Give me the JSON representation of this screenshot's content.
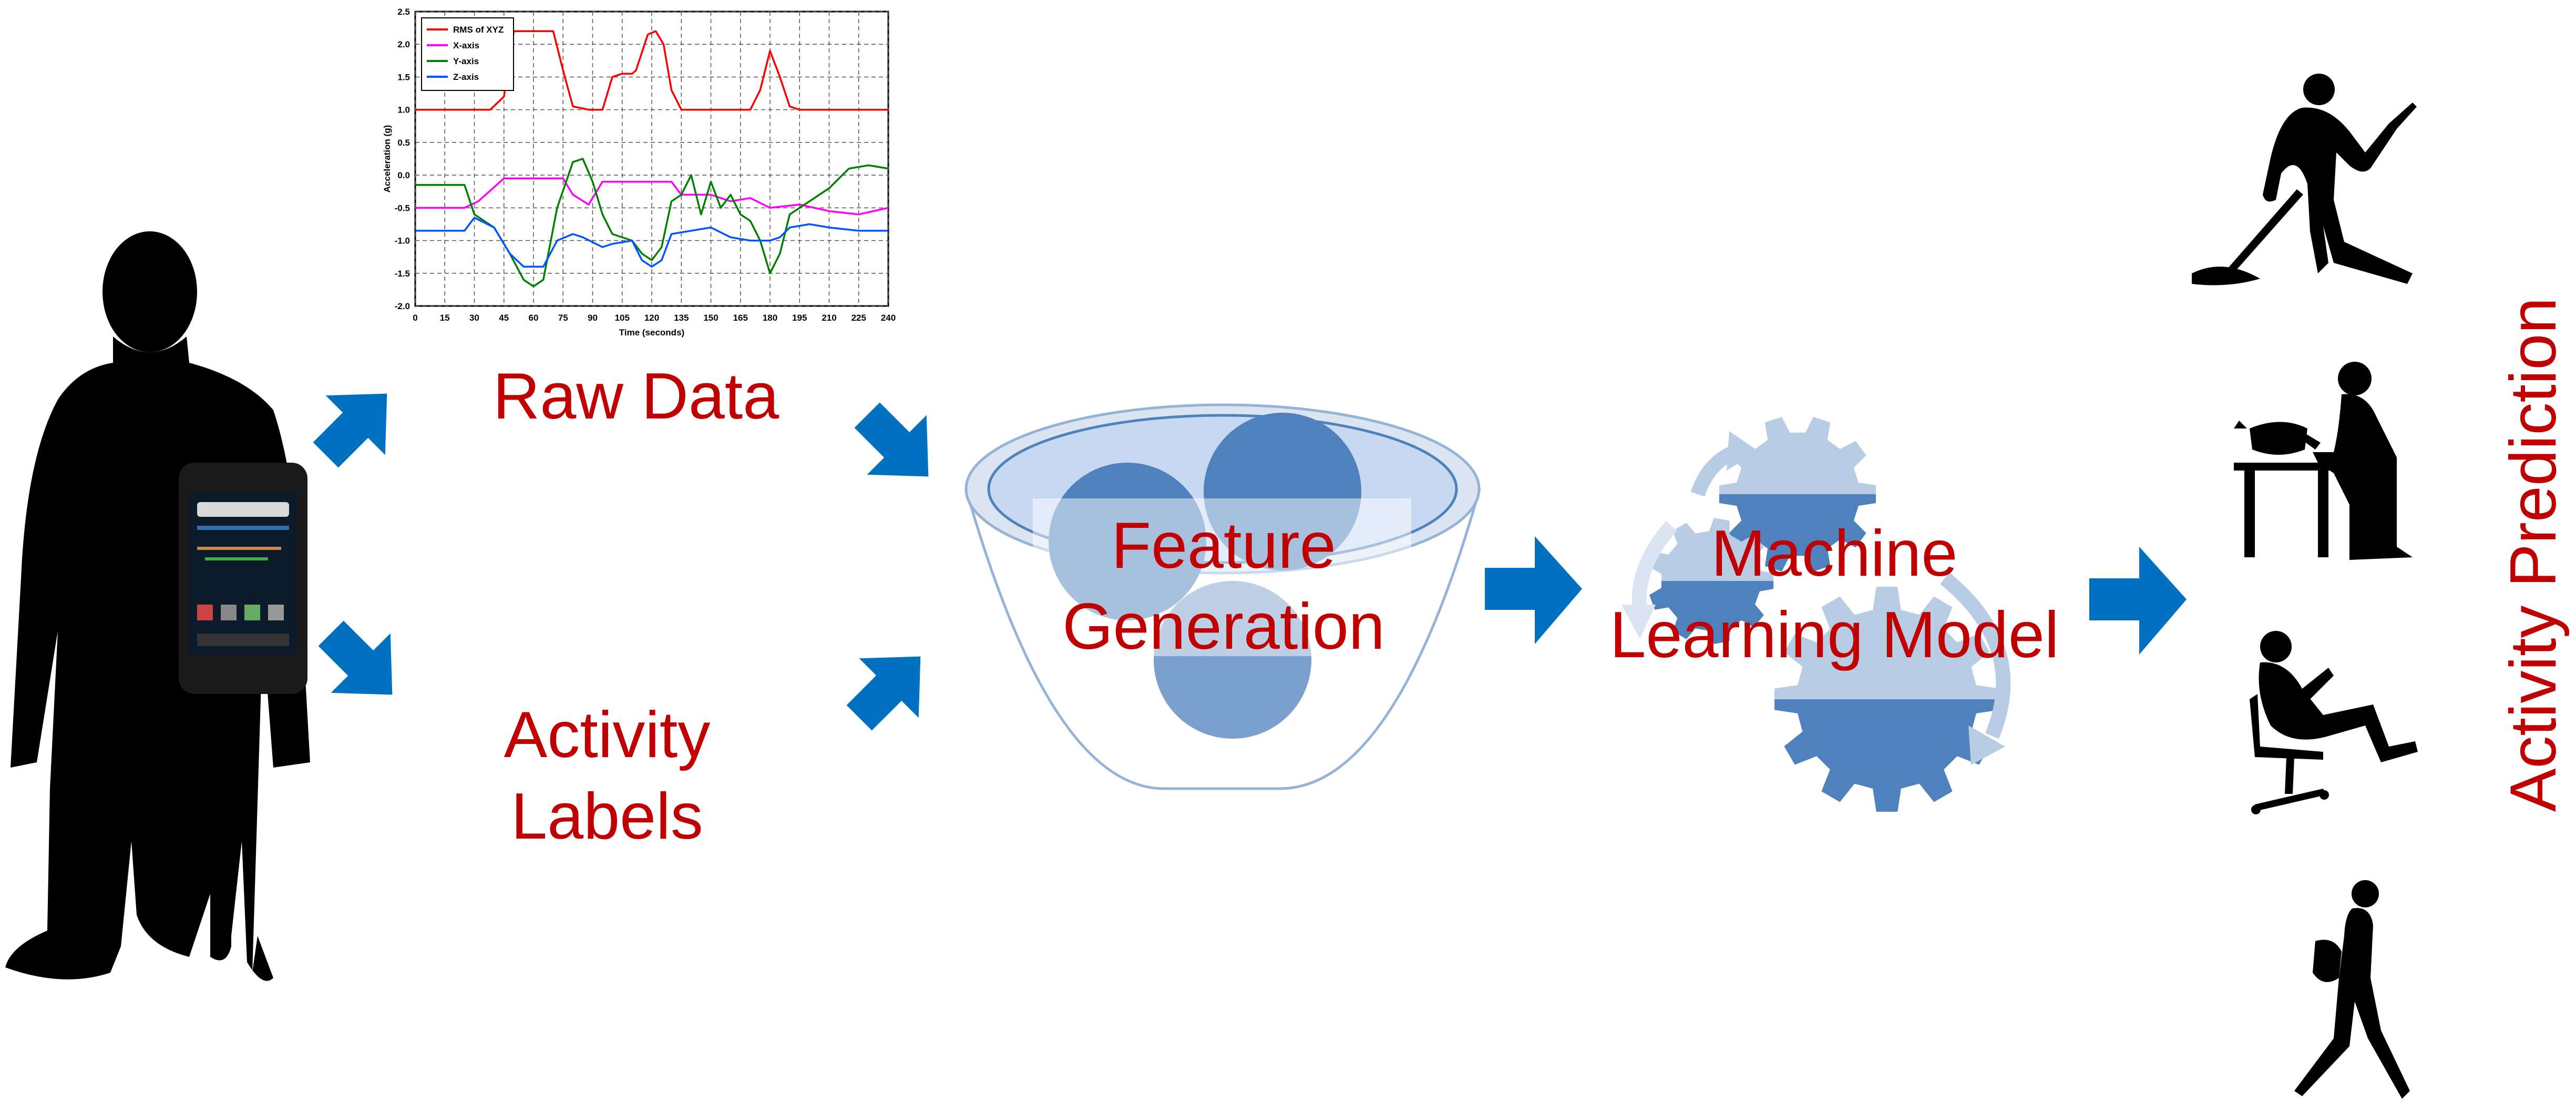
{
  "colors": {
    "label_red": "#c00000",
    "arrow_blue": "#0070c0",
    "shape_blue": "#4f81bd",
    "light_blue": "#b8cce4",
    "silhouette": "#000000"
  },
  "labels": {
    "raw_data": "Raw Data",
    "activity_labels": [
      "Activity",
      "Labels"
    ],
    "feature_generation": [
      "Feature",
      "Generation"
    ],
    "ml_model": [
      "Machine",
      "Learning Model"
    ],
    "activity_prediction": "Activity Prediction"
  },
  "chart_data": {
    "type": "line",
    "xlabel": "Time (seconds)",
    "ylabel": "Acceleration (g)",
    "xlim": [
      0,
      240
    ],
    "ylim": [
      -2.0,
      2.5
    ],
    "xticks": [
      0,
      15,
      30,
      45,
      60,
      75,
      90,
      105,
      120,
      135,
      150,
      165,
      180,
      195,
      210,
      225,
      240
    ],
    "yticks": [
      -2.0,
      -1.5,
      -1.0,
      -0.5,
      0.0,
      0.5,
      1.0,
      1.5,
      2.0,
      2.5
    ],
    "ytick_labels": [
      "-2.0",
      "-1.5",
      "-1.0",
      "-0.5",
      "0.0",
      "0.5",
      "1.0",
      "1.5",
      "2.0",
      "2.5"
    ],
    "grid": true,
    "legend_position": "top-left",
    "series": [
      {
        "name": "RMS of XYZ",
        "color": "#ff0000",
        "x": [
          0,
          25,
          38,
          45,
          50,
          65,
          70,
          75,
          80,
          88,
          95,
          100,
          105,
          110,
          112,
          118,
          122,
          126,
          130,
          135,
          150,
          170,
          175,
          180,
          185,
          190,
          195,
          240
        ],
        "y": [
          1.0,
          1.0,
          1.0,
          1.2,
          2.2,
          2.2,
          2.2,
          1.6,
          1.05,
          1.0,
          1.0,
          1.5,
          1.55,
          1.55,
          1.6,
          2.15,
          2.2,
          2.0,
          1.3,
          1.0,
          1.0,
          1.0,
          1.3,
          1.9,
          1.5,
          1.05,
          1.0,
          1.0
        ]
      },
      {
        "name": "X-axis",
        "color": "#ff00ff",
        "x": [
          0,
          25,
          32,
          45,
          55,
          75,
          80,
          88,
          95,
          100,
          110,
          120,
          130,
          135,
          150,
          160,
          170,
          180,
          195,
          210,
          225,
          240
        ],
        "y": [
          -0.5,
          -0.5,
          -0.4,
          -0.05,
          -0.05,
          -0.05,
          -0.3,
          -0.45,
          -0.1,
          -0.1,
          -0.1,
          -0.1,
          -0.1,
          -0.3,
          -0.3,
          -0.4,
          -0.35,
          -0.5,
          -0.45,
          -0.55,
          -0.6,
          -0.5
        ]
      },
      {
        "name": "Y-axis",
        "color": "#008000",
        "x": [
          0,
          25,
          30,
          40,
          48,
          55,
          60,
          65,
          72,
          80,
          85,
          90,
          95,
          100,
          110,
          115,
          120,
          125,
          130,
          135,
          140,
          145,
          150,
          155,
          160,
          165,
          170,
          175,
          180,
          185,
          190,
          200,
          210,
          220,
          230,
          240
        ],
        "y": [
          -0.15,
          -0.15,
          -0.6,
          -0.8,
          -1.2,
          -1.6,
          -1.7,
          -1.6,
          -0.5,
          0.2,
          0.25,
          -0.1,
          -0.6,
          -0.9,
          -1.0,
          -1.2,
          -1.3,
          -1.1,
          -0.4,
          -0.3,
          0.0,
          -0.6,
          -0.1,
          -0.5,
          -0.3,
          -0.6,
          -0.7,
          -1.0,
          -1.5,
          -1.2,
          -0.6,
          -0.4,
          -0.2,
          0.1,
          0.15,
          0.1
        ]
      },
      {
        "name": "Z-axis",
        "color": "#0055ff",
        "x": [
          0,
          25,
          30,
          40,
          48,
          55,
          60,
          65,
          72,
          80,
          85,
          95,
          100,
          110,
          115,
          120,
          125,
          130,
          140,
          150,
          160,
          170,
          180,
          185,
          190,
          200,
          210,
          225,
          240
        ],
        "y": [
          -0.85,
          -0.85,
          -0.65,
          -0.8,
          -1.2,
          -1.4,
          -1.4,
          -1.4,
          -1.0,
          -0.9,
          -0.95,
          -1.1,
          -1.05,
          -1.0,
          -1.3,
          -1.4,
          -1.3,
          -0.9,
          -0.85,
          -0.8,
          -0.95,
          -1.0,
          -1.0,
          -0.95,
          -0.8,
          -0.75,
          -0.8,
          -0.85,
          -0.85
        ]
      }
    ]
  }
}
